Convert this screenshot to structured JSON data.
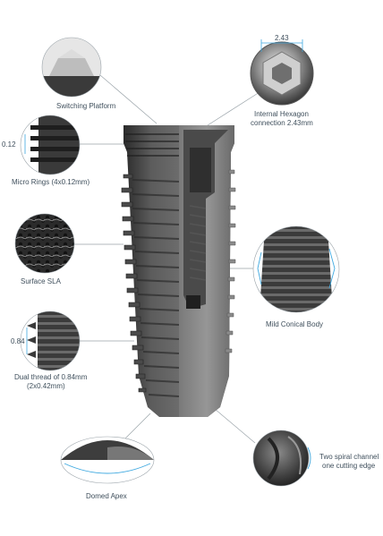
{
  "labels": {
    "switching_platform": "Switching Platform",
    "internal_hexagon_line1": "Internal Hexagon",
    "internal_hexagon_line2": "connection 2.43mm",
    "micro_rings": "Micro Rings (4x0.12mm)",
    "surface_sla": "Surface SLA",
    "mild_conical_body": "Mild Conical Body",
    "dual_thread_line1": "Dual thread of 0.84mm",
    "dual_thread_line2": "(2x0.42mm)",
    "domed_apex": "Domed Apex",
    "spiral_line1": "Two spiral channel",
    "spiral_line2": "one cutting edge"
  },
  "dimensions": {
    "hex_width": "2.43",
    "micro_ring_height": "0.12",
    "thread_pitch": "0.84"
  },
  "colors": {
    "accent_blue": "#3fa9e0",
    "leader_line": "#9aa3a9",
    "text": "#3f4f5c"
  },
  "icons": {
    "switching_platform_detail": "platform-zoom-icon",
    "hexagon_detail": "hexagon-zoom-icon",
    "micro_rings_detail": "rings-zoom-icon",
    "surface_detail": "sla-texture-icon",
    "conical_detail": "conical-body-zoom-icon",
    "dual_thread_detail": "thread-zoom-icon",
    "apex_detail": "apex-zoom-icon",
    "spiral_detail": "spiral-channel-zoom-icon"
  }
}
